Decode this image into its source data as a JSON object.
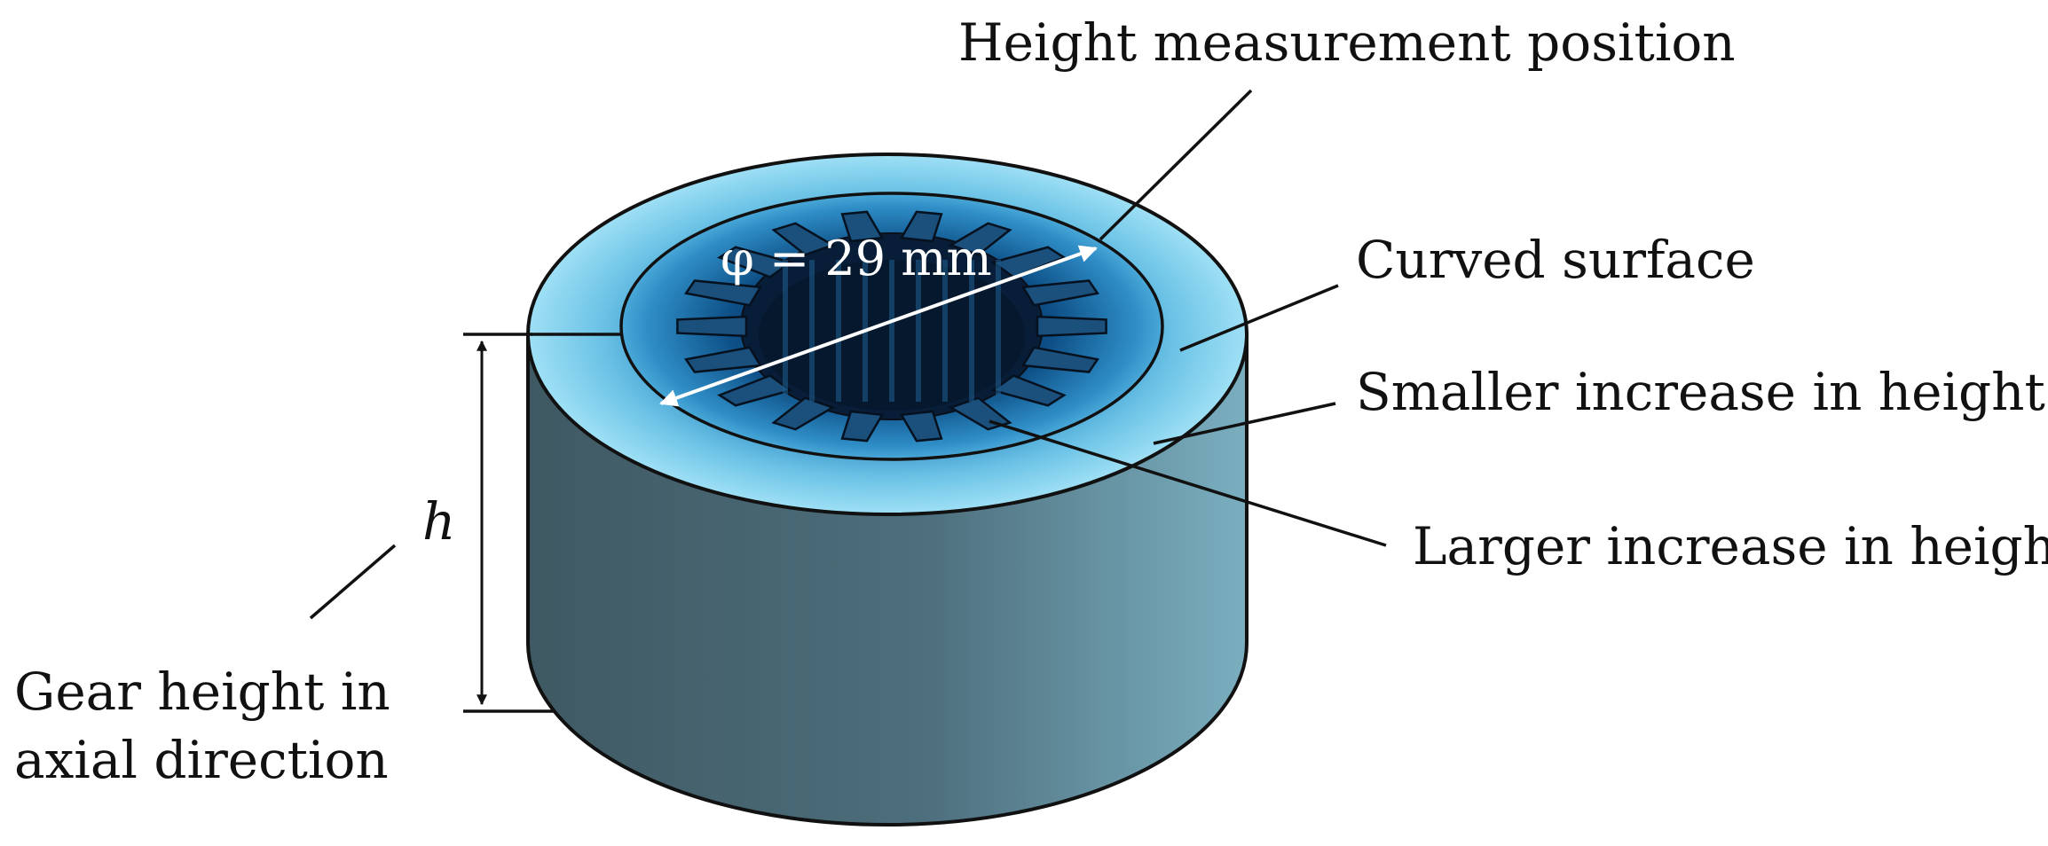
{
  "labels": {
    "height_measurement_position": "Height measurement position",
    "curved_surface": "Curved surface",
    "smaller_increase": "Smaller increase in height",
    "larger_increase": "Larger increase in height",
    "diameter": "φ = 29 mm",
    "height_symbol": "h",
    "gear_height_line1": "Gear height in",
    "gear_height_line2": "axial direction"
  },
  "colors": {
    "outline": "#111111",
    "top_face_outer": "#8fd6ef",
    "top_face_inner": "#0d4f86",
    "bore_dark": "#0a2d52",
    "side_left": "#3f5963",
    "side_right": "#7aafc0",
    "annotation_white": "#ffffff"
  },
  "gear": {
    "teeth_count": 18,
    "bore_diameter_mm": 29
  }
}
